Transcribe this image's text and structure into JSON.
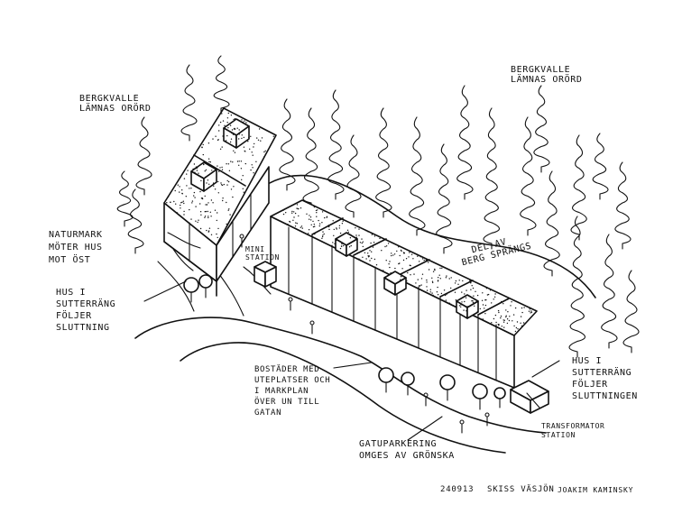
{
  "labels": {
    "berg_left": [
      "BERGKVALLE",
      "LÄMNAS ORÖRD"
    ],
    "berg_right": [
      "BERGKVALLE",
      "LÄMNAS ORÖRD"
    ],
    "naturmark": [
      "NATURMARK",
      "MÖTER HUS",
      "MOT ÖST"
    ],
    "hus_left": [
      "HUS I",
      "SUTTERRÄNG",
      "FÖLJER",
      "SLUTTNING"
    ],
    "mini_station": "MINI STATION",
    "del_av_berg": [
      "DEL AV",
      "BERG SPRÄNGS"
    ],
    "bostader": [
      "BOSTÄDER MED",
      "UTEPLATSER OCH",
      "I MARKPLAN",
      "ÖVER UN TILL",
      "GATAN"
    ],
    "gatuparkering": [
      "GATUPARKERING",
      "OMGES AV GRÖNSKA"
    ],
    "hus_right": [
      "HUS I",
      "SUTTERRÄNG",
      "FÖLJER",
      "SLUTTNINGEN"
    ],
    "transformator": [
      "TRANSFORMATOR",
      "STATION"
    ]
  },
  "footer": {
    "date": "240913",
    "title": "SKISS VÄSJÖN",
    "author": "JOAKIM KAMINSKY"
  }
}
